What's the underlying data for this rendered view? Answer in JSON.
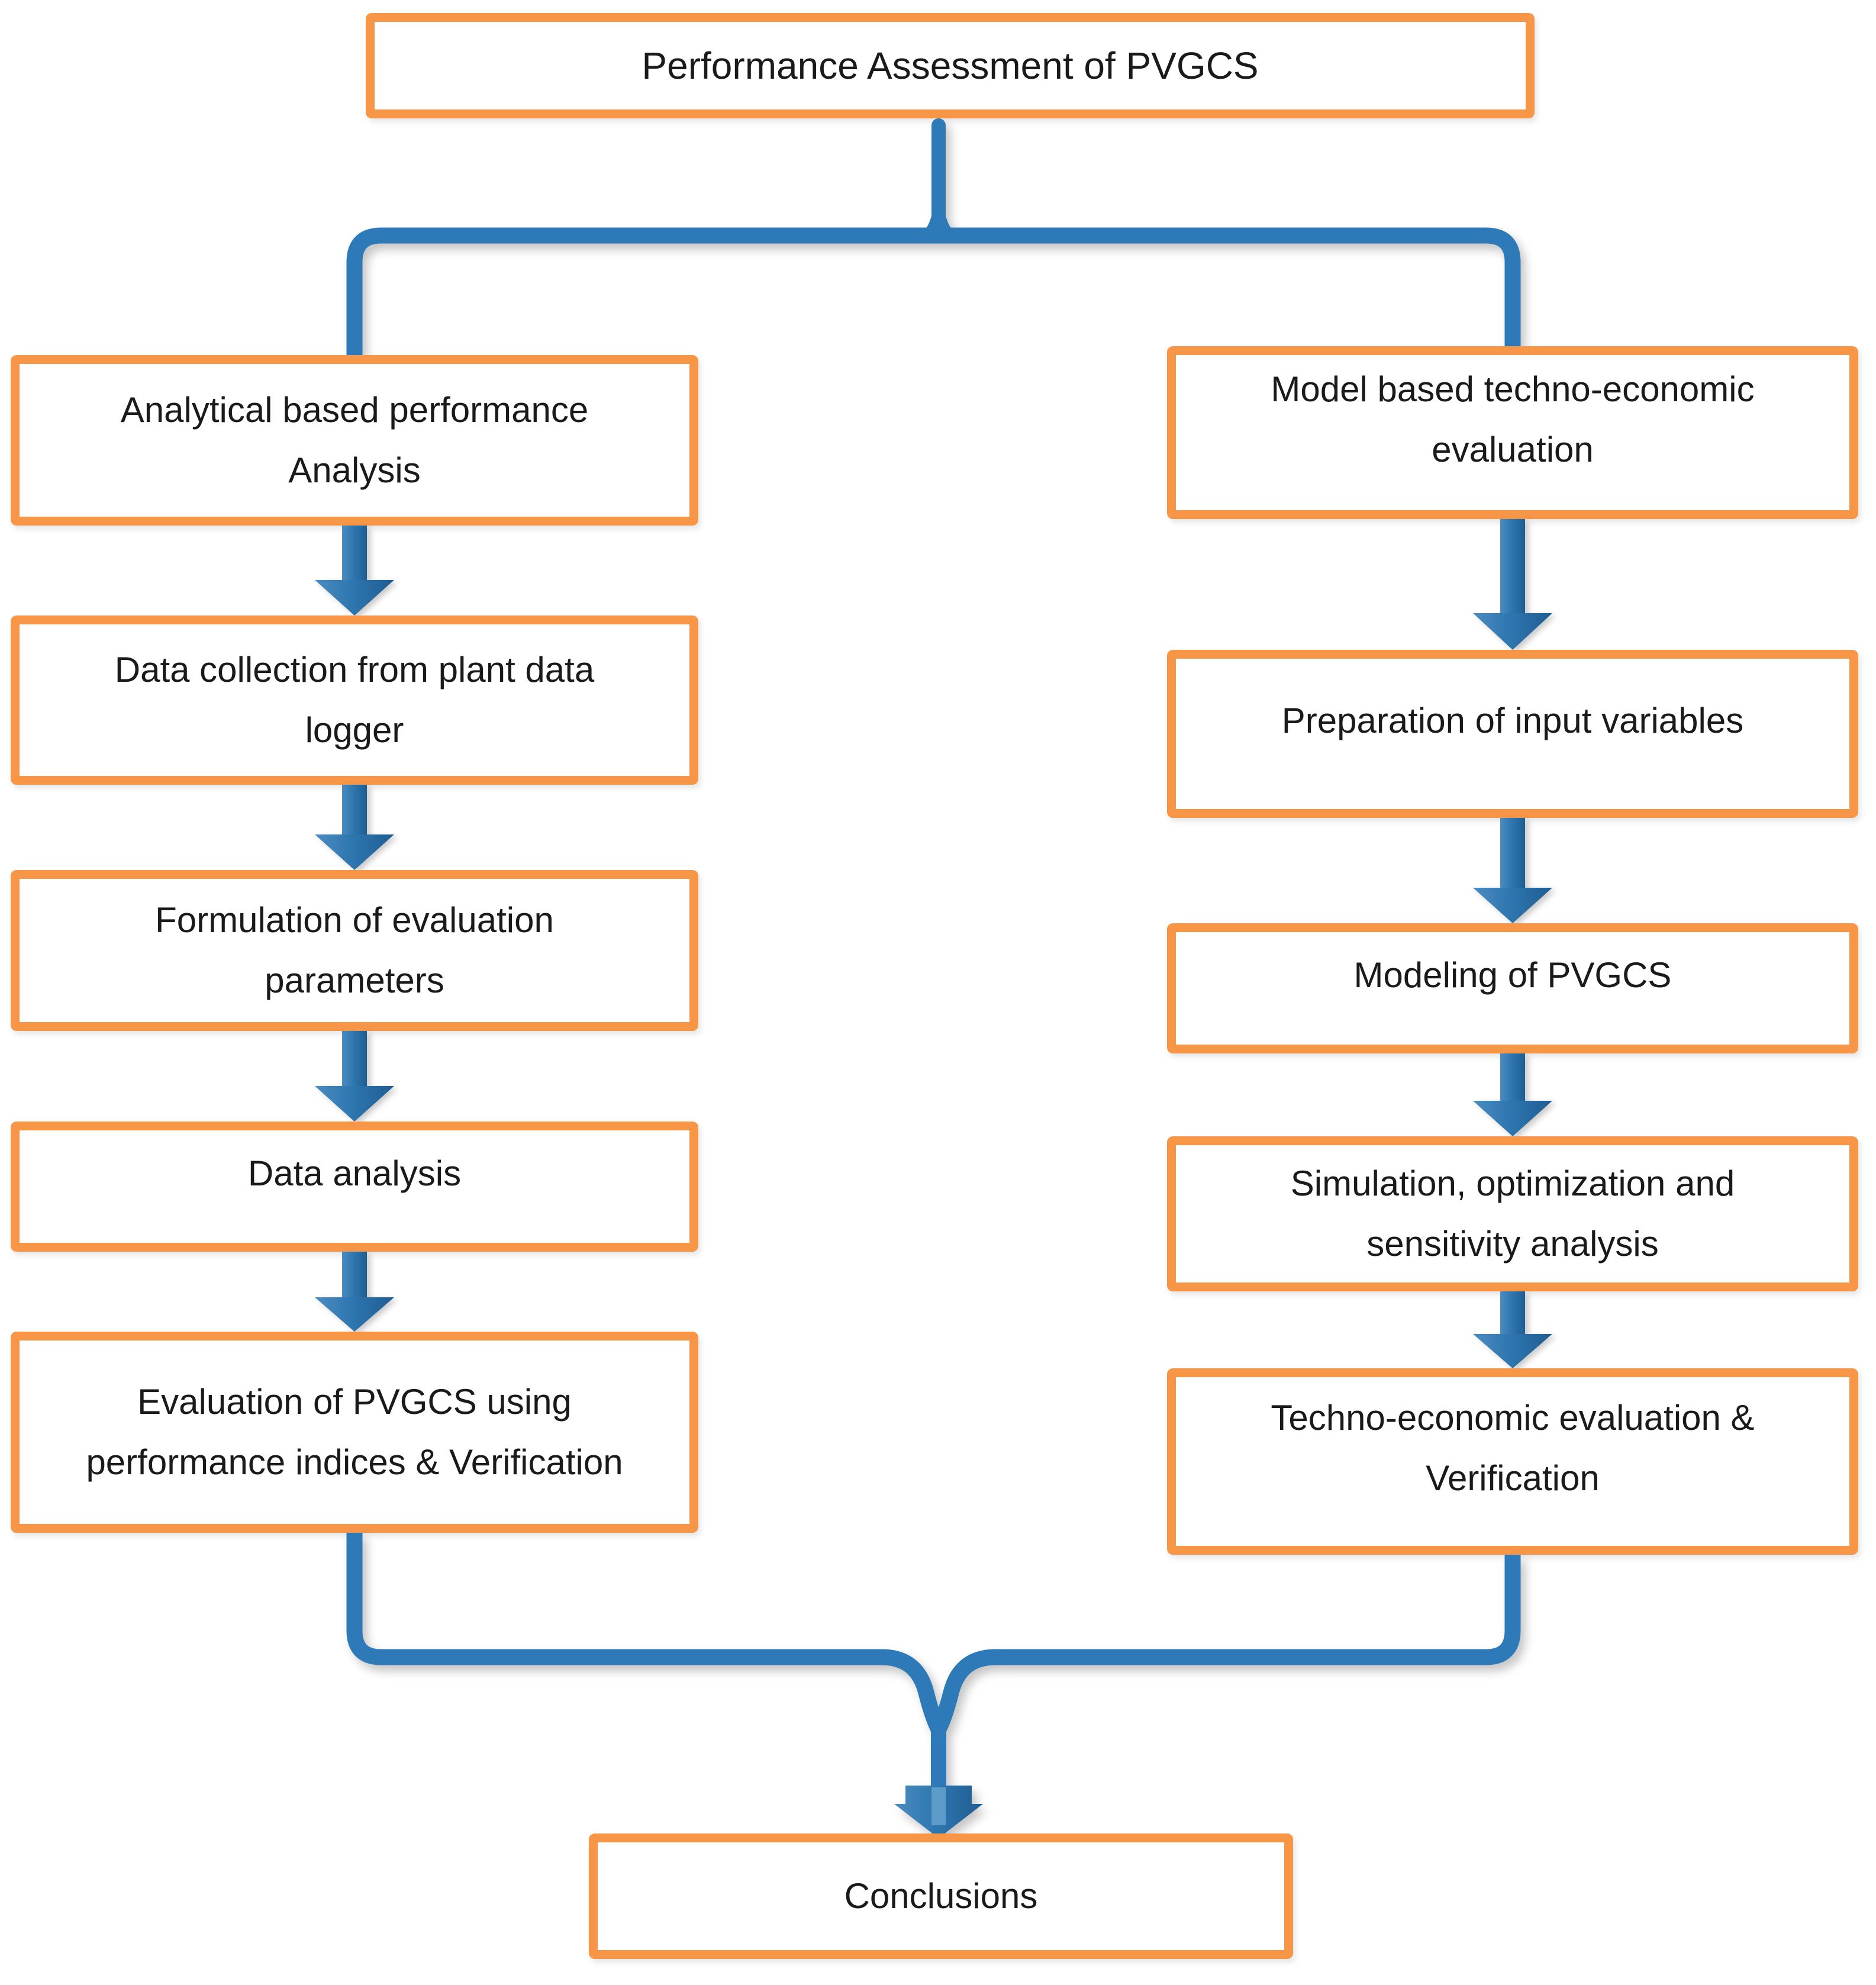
{
  "title": "Performance Assessment of PVGCS",
  "left_branch": {
    "steps": [
      "Analytical based performance Analysis",
      "Data collection from plant data logger",
      "Formulation of evaluation parameters",
      "Data analysis",
      "Evaluation of PVGCS using performance indices & Verification"
    ]
  },
  "right_branch": {
    "steps": [
      "Model based techno-economic evaluation",
      "Preparation of input variables",
      "Modeling of PVGCS",
      "Simulation, optimization and sensitivity analysis",
      "Techno-economic evaluation & Verification"
    ]
  },
  "conclusion_label": "Conclusions",
  "colors": {
    "box_border": "#F79646",
    "connector": "#2E79B8",
    "arrow_light": "#4B8CC0",
    "arrow_mid": "#2F77B0",
    "arrow_dark": "#1E5D92",
    "arrowhead_stripe": "#5D9BCA",
    "text": "#1A1A1A"
  }
}
